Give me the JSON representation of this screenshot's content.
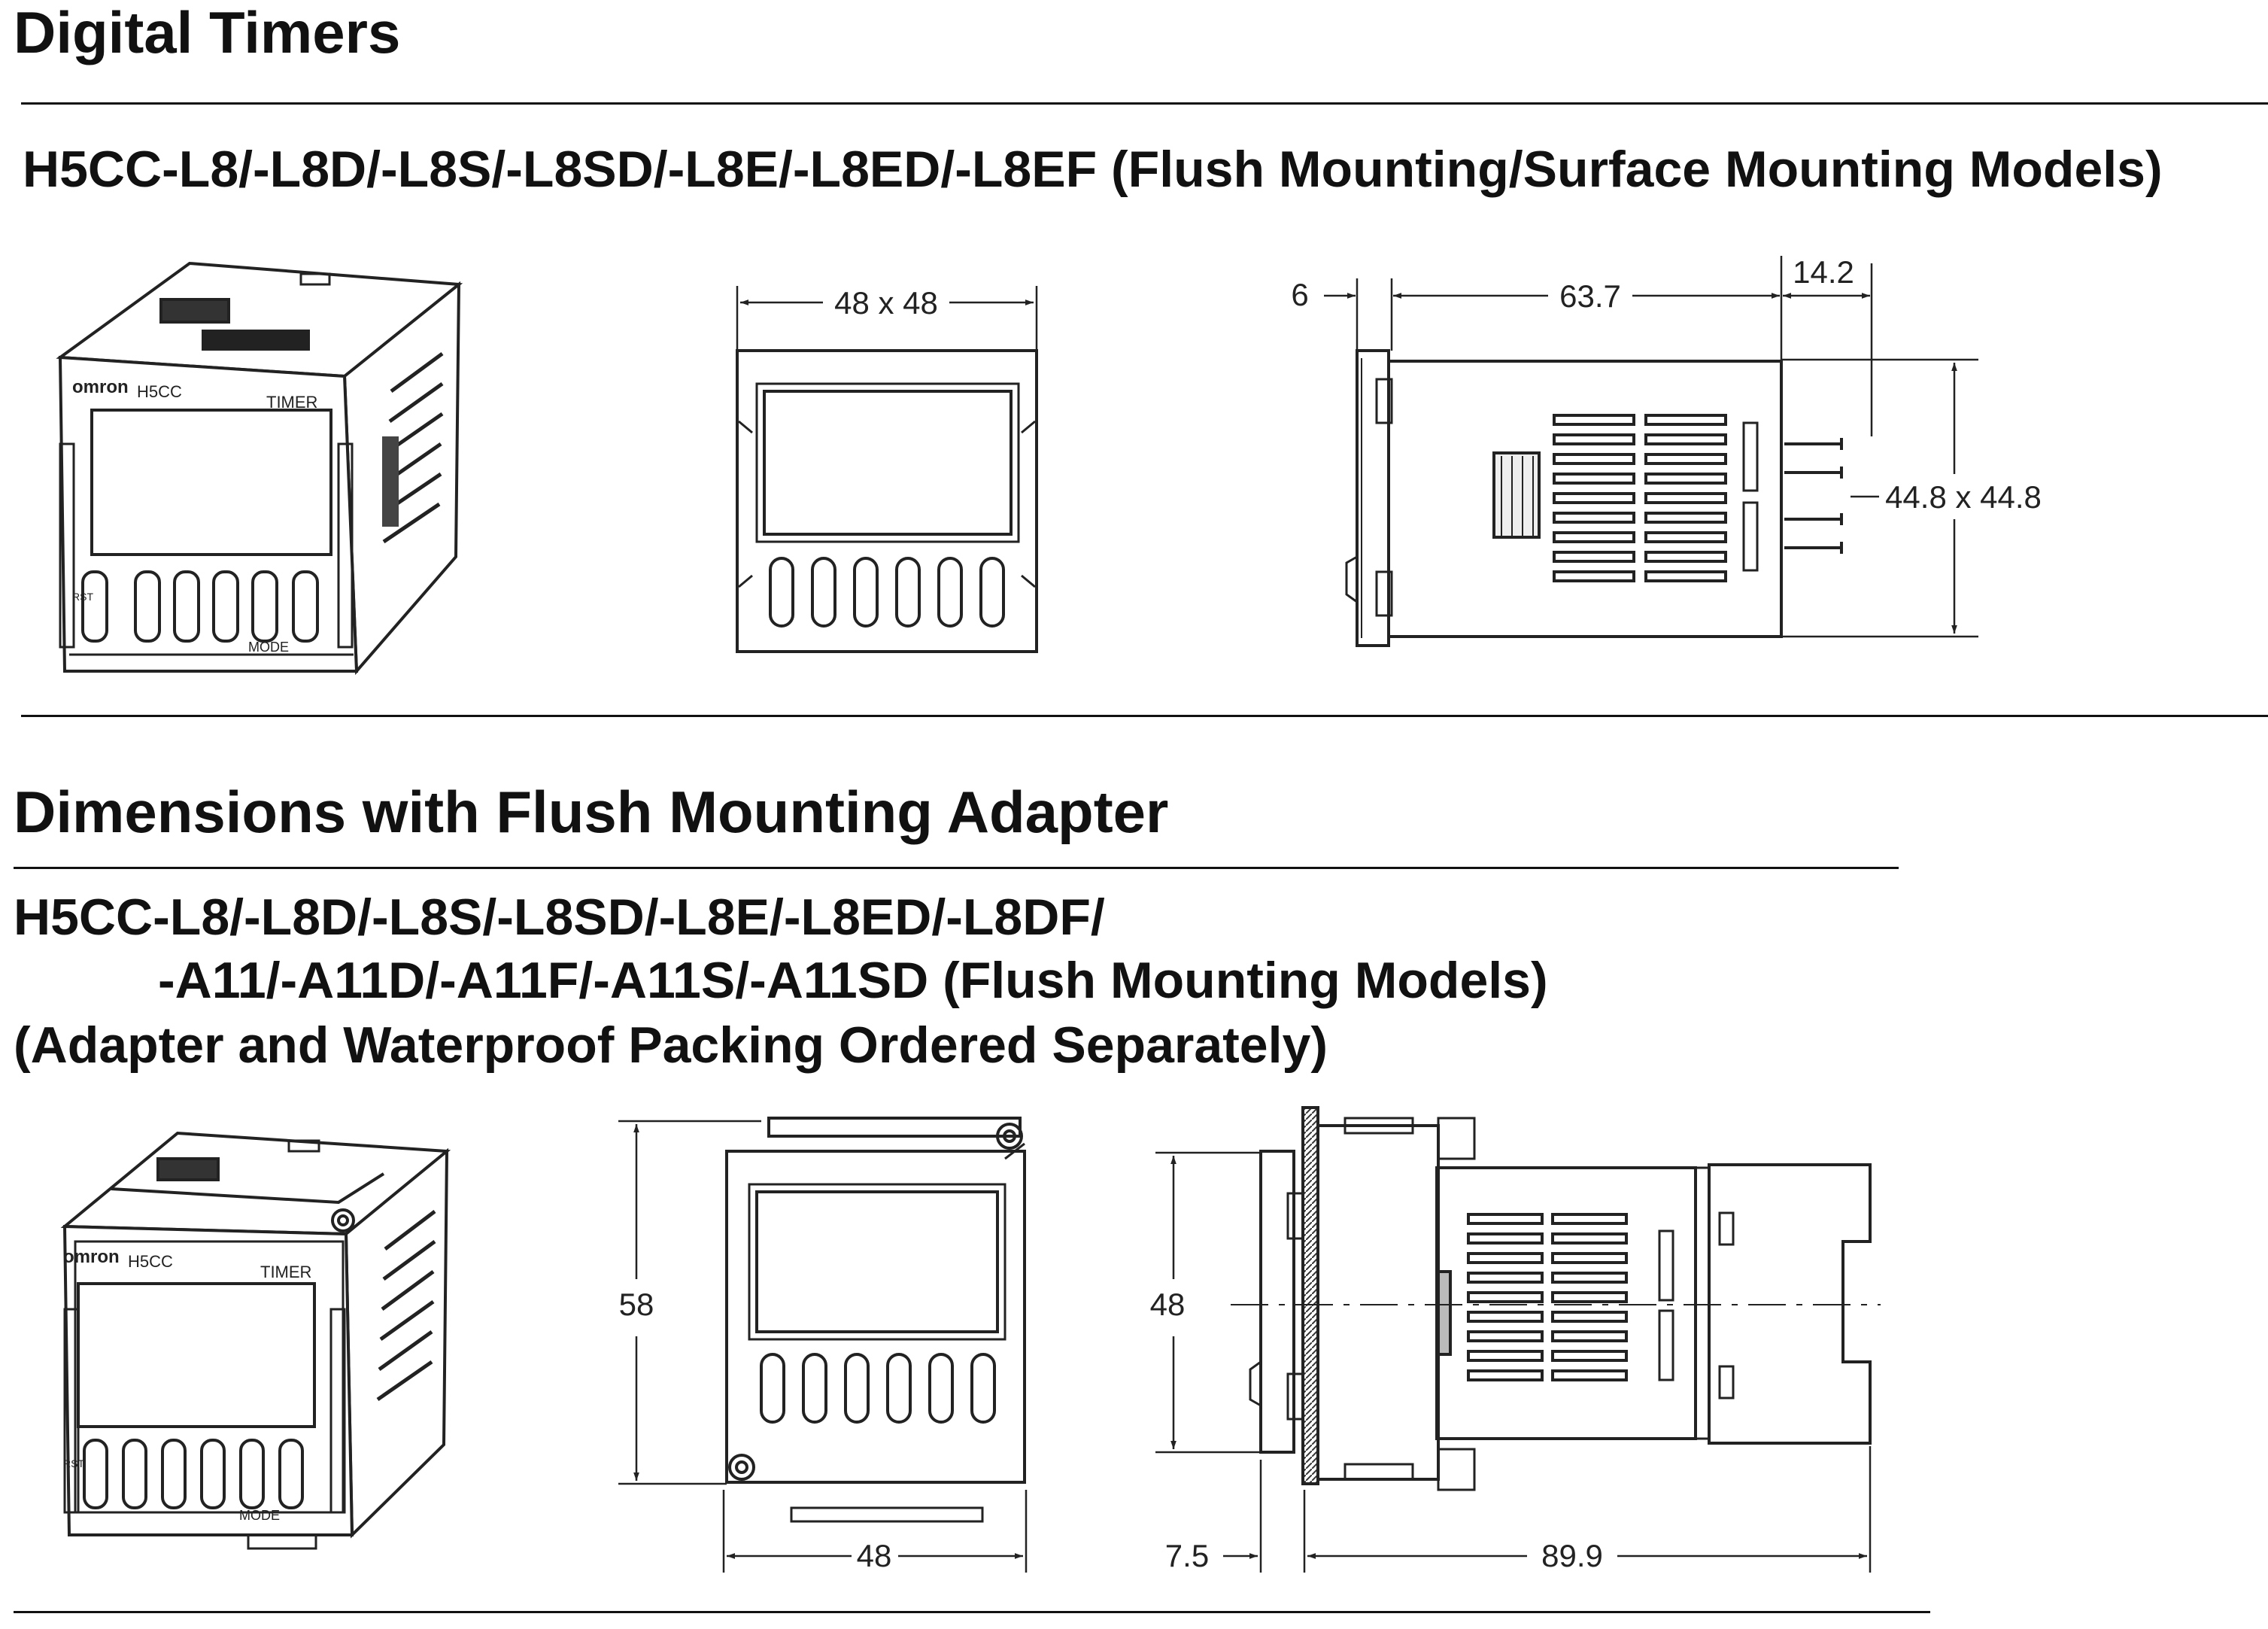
{
  "page": {
    "title": "Digital Timers",
    "section1": {
      "heading": "H5CC-L8/-L8D/-L8S/-L8SD/-L8E/-L8ED/-L8EF (Flush Mounting/Surface Mounting Models)",
      "unit_brand": "omron",
      "unit_model": "H5CC",
      "unit_label": "TIMER",
      "unit_mode_label": "MODE",
      "unit_rst_label": "RST",
      "dims": {
        "front_width": "48 x 48",
        "side_front_depth": "6",
        "side_body_length": "63.7",
        "side_pin_length": "14.2",
        "side_height": "44.8 x 44.8"
      }
    },
    "section2": {
      "title": "Dimensions with Flush Mounting Adapter",
      "heading_line1": "H5CC-L8/-L8D/-L8S/-L8SD/-L8E/-L8ED/-L8DF/",
      "heading_line2": "-A11/-A11D/-A11F/-A11S/-A11SD (Flush Mounting Models)",
      "heading_line3": "(Adapter and Waterproof Packing Ordered Separately)",
      "unit_brand": "omron",
      "unit_model": "H5CC",
      "unit_label": "TIMER",
      "unit_mode_label": "MODE",
      "unit_rst_label": "RST",
      "dims": {
        "front_height": "58",
        "front_width": "48",
        "side_height": "48",
        "side_front_depth": "7.5",
        "side_total_length": "89.9"
      }
    }
  }
}
